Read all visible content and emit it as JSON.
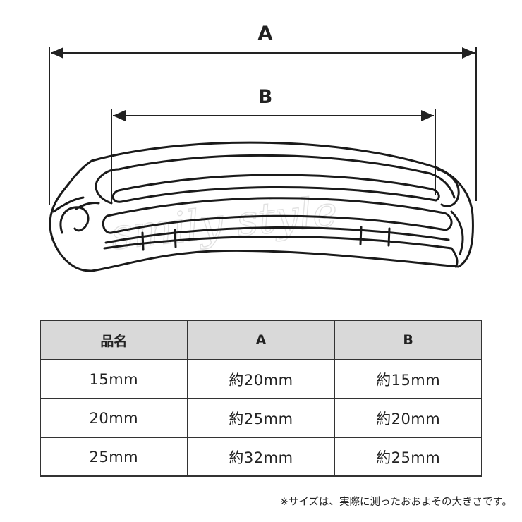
{
  "diagram": {
    "label_a": "A",
    "label_b": "B",
    "watermark": "smily style",
    "colors": {
      "line": "#1a1a1a",
      "arrow": "#222222"
    }
  },
  "table": {
    "headers": [
      "品名",
      "A",
      "B"
    ],
    "rows": [
      [
        "15mm",
        "約20mm",
        "約15mm"
      ],
      [
        "20mm",
        "約25mm",
        "約20mm"
      ],
      [
        "25mm",
        "約32mm",
        "約25mm"
      ]
    ],
    "colors": {
      "header_bg": "#d9d9d9",
      "border": "#333333"
    }
  },
  "note": "※サイズは、実際に測ったおおよその大きさです。"
}
